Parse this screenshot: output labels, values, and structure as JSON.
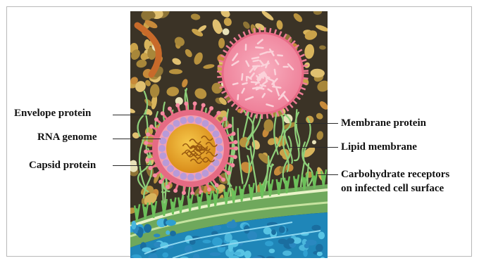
{
  "figure": {
    "labels_left": [
      {
        "id": "envelope",
        "text": "Envelope protein"
      },
      {
        "id": "rna",
        "text": "RNA genome"
      },
      {
        "id": "capsid",
        "text": "Capsid protein"
      }
    ],
    "labels_right": [
      {
        "id": "membrane-protein",
        "text": "Membrane protein"
      },
      {
        "id": "lipid",
        "text": "Lipid membrane"
      },
      {
        "id": "carb-1",
        "text": "Carbohydrate receptors"
      },
      {
        "id": "carb-2",
        "text": "on infected cell surface"
      }
    ]
  },
  "colors": {
    "virus_envelope": "#e8607a",
    "virus_spikes": "#f06e88",
    "capsid": "#b89ad8",
    "rna": "#e0a020",
    "membrane_vesicle": "#f07a92",
    "cell_membrane": "#7fbf6a",
    "cytoplasm": "#2aa0c8",
    "background_proteins": "#c9a24a"
  }
}
